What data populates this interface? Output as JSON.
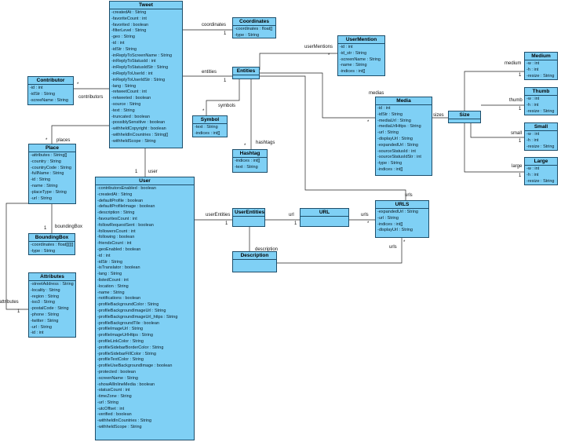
{
  "classes": [
    {
      "id": "tweet",
      "name": "Tweet",
      "attrs": [
        "createdAt : String",
        "favoriteCount : int",
        "favorited : boolean",
        "filterLevel : String",
        "geo : String",
        "id : int",
        "idStr : String",
        "inReplyToScreenName : String",
        "inReplyToStatusId : int",
        "inReplyToStatusIdStr : String",
        "inReplyToUserId : int",
        "inReplyToUserIdStr : String",
        "lang : String",
        "retweetCount : int",
        "retweeted : boolean",
        "source : String",
        "text : String",
        "truncated : boolean",
        "possiblySensitive : boolean",
        "withheldCopyright : boolean",
        "withheldInCountries : String[]",
        "withheldScope : String"
      ]
    },
    {
      "id": "coordinates",
      "name": "Coordinates",
      "attrs": [
        "coordinates : float[]",
        "type : String"
      ]
    },
    {
      "id": "usermention",
      "name": "UserMention",
      "attrs": [
        "id : int",
        "id_str : String",
        "screenName : String",
        "name : String",
        "indices : int[]"
      ]
    },
    {
      "id": "contributor",
      "name": "Contributor",
      "attrs": [
        "id : int",
        "idStr : String",
        "screeName : String"
      ]
    },
    {
      "id": "entities",
      "name": "Entities",
      "attrs": []
    },
    {
      "id": "symbol",
      "name": "Symbol",
      "attrs": [
        "text : String",
        "indices : int[]"
      ]
    },
    {
      "id": "hashtag",
      "name": "Hashtag",
      "attrs": [
        "indices : int[]",
        "text : String"
      ]
    },
    {
      "id": "media",
      "name": "Media",
      "attrs": [
        "id : int",
        "idStr : String",
        "mediaUrl : String",
        "mediaUrlHttps : String",
        "url : String",
        "displayUrl : String",
        "expandedUrl : String",
        "sourceStatusId : int",
        "sourceStatusIdStr : int",
        "type : String",
        "indices : int[]"
      ]
    },
    {
      "id": "size",
      "name": "Size",
      "attrs": []
    },
    {
      "id": "medium",
      "name": "Medium",
      "attrs": [
        "w : int",
        "h : int",
        "resize : String"
      ]
    },
    {
      "id": "thumb",
      "name": "Thumb",
      "attrs": [
        "w : int",
        "h : int",
        "resize : String"
      ]
    },
    {
      "id": "small",
      "name": "Small",
      "attrs": [
        "w : int",
        "h : int",
        "resize : String"
      ]
    },
    {
      "id": "large",
      "name": "Large",
      "attrs": [
        "w : int",
        "h : int",
        "resize : String"
      ]
    },
    {
      "id": "place",
      "name": "Place",
      "attrs": [
        "attributes : String[]",
        "country : String",
        "countryCode : String",
        "fullName : String",
        "id : String",
        "name : String",
        "placeType : String",
        "url : String"
      ]
    },
    {
      "id": "boundingbox",
      "name": "BoundingBox",
      "attrs": [
        "coordinates : float[][][]",
        "type : String"
      ]
    },
    {
      "id": "attributes",
      "name": "Attributes",
      "attrs": [
        "streetAddress : String",
        "locality : String",
        "region : String",
        "iso3 : String",
        "postalCode : String",
        "phone : String",
        "twitter : String",
        "url : String",
        "id : int"
      ]
    },
    {
      "id": "user",
      "name": "User",
      "attrs": [
        "contributorsEnabled : boolean",
        "createdAt : String",
        "defaultProfile : boolean",
        "defaultProfileImage : boolean",
        "description : String",
        "favouritesCount : int",
        "followRequestSent : boolean",
        "followersCount : int",
        "following : boolean",
        "friendsCount : int",
        "geoEnabled : boolean",
        "id : int",
        "idStr : String",
        "isTranslator : boolean",
        "lang : String",
        "listedCount : int",
        "location : String",
        "name : String",
        "notifications : boolean",
        "profileBackgroundColor : String",
        "profileBackgroundImageUrl : String",
        "profileBackgroundImageUrl_https : String",
        "profileBackgroundTile : boolean",
        "profileImageUrl : String",
        "profileImageUrlHttps : String",
        "profileLinkColor : String",
        "profileSidebarBorderColor : String",
        "profileSidebarFillColor : String",
        "profileTextColor : String",
        "profileUseBackgroundImage : boolean",
        "protected : boolean",
        "screenName : String",
        "showAllInlineMedia : boolean",
        "statusCount : int",
        "timeZone : String",
        "url : String",
        "utcOffset : int",
        "verified : boolean",
        "withheldInCountries : String",
        "withheldScope : String"
      ]
    },
    {
      "id": "userentities",
      "name": "UserEntities",
      "attrs": []
    },
    {
      "id": "url",
      "name": "URL",
      "attrs": []
    },
    {
      "id": "urls",
      "name": "URLS",
      "attrs": [
        "expandedUrl : String",
        "url : String",
        "indices : int[]",
        "displayUrl : String"
      ]
    },
    {
      "id": "description",
      "name": "Description",
      "attrs": []
    }
  ],
  "edge_labels": {
    "coordinates": "coordinates",
    "one": "1",
    "many": "*",
    "userMentions": "userMentions",
    "entities": "entities",
    "contributors": "contributors",
    "symbols": "symbols",
    "hashtags": "hashtags",
    "medias": "medias",
    "sizes": "sizes",
    "medium": "medium",
    "thumb": "thumb",
    "small": "small",
    "large": "large",
    "places": "places",
    "user": "user",
    "boundingBox": "boundingBox",
    "attributes": "attributes",
    "userEntities": "userEntities",
    "url": "url",
    "urls": "urls",
    "description": "description"
  },
  "colors": {
    "class_fill": "#7fd0f5",
    "class_border": "#1d4e6b",
    "edge": "#222222"
  }
}
